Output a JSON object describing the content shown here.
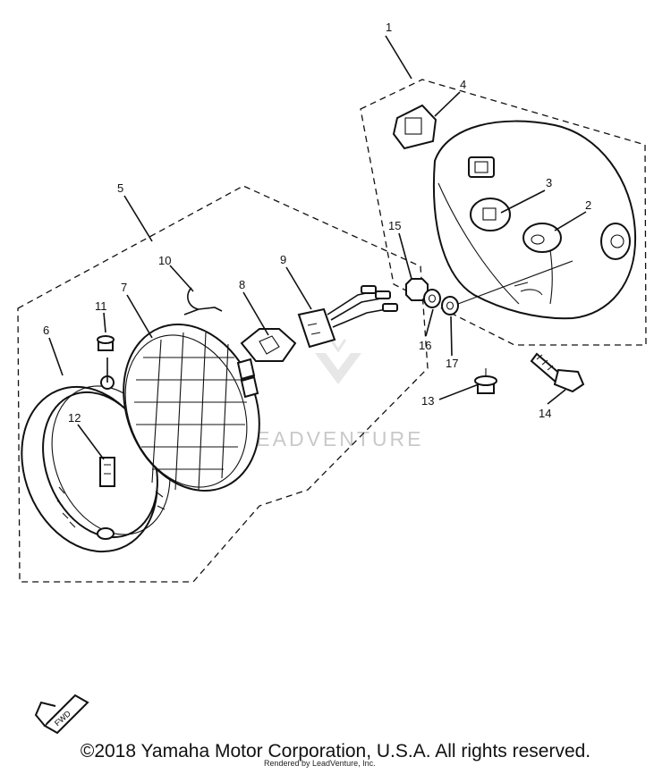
{
  "callouts": [
    {
      "id": "1",
      "text": "1"
    },
    {
      "id": "2",
      "text": "2"
    },
    {
      "id": "3",
      "text": "3"
    },
    {
      "id": "4",
      "text": "4"
    },
    {
      "id": "5",
      "text": "5"
    },
    {
      "id": "6",
      "text": "6"
    },
    {
      "id": "7",
      "text": "7"
    },
    {
      "id": "8",
      "text": "8"
    },
    {
      "id": "9",
      "text": "9"
    },
    {
      "id": "10",
      "text": "10"
    },
    {
      "id": "11",
      "text": "11"
    },
    {
      "id": "12",
      "text": "12"
    },
    {
      "id": "13",
      "text": "13"
    },
    {
      "id": "14",
      "text": "14"
    },
    {
      "id": "15",
      "text": "15"
    },
    {
      "id": "16",
      "text": "16"
    },
    {
      "id": "17",
      "text": "17"
    }
  ],
  "fwd_label": "FWD",
  "watermark": "LEADVENTURE",
  "copyright": "©2018 Yamaha Motor Corporation, U.S.A. All rights reserved.",
  "rendered_by": "Rendered by LeadVenture, Inc."
}
